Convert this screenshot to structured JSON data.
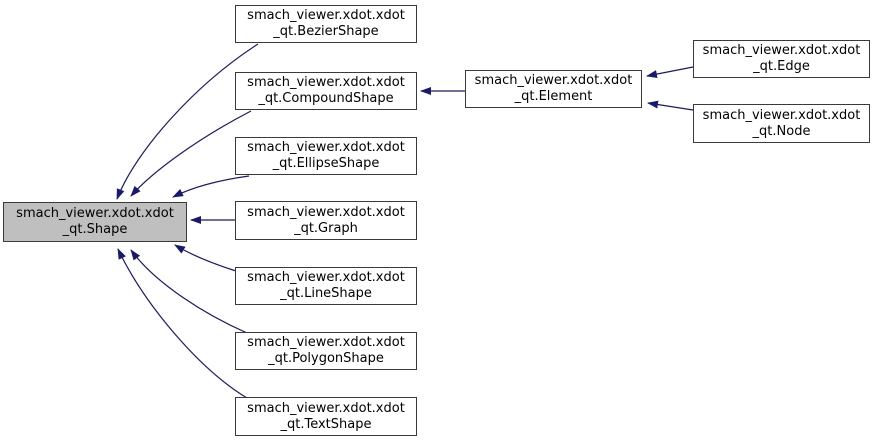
{
  "diagram": {
    "kind": "class-inheritance-graph",
    "colors": {
      "arrow": "#191970",
      "node_border": "#3a3a3a",
      "node_fill": "#ffffff",
      "node_highlight_fill": "#bfbfbf",
      "text": "#000000",
      "background": "#ffffff"
    },
    "nodes": [
      {
        "id": "shape",
        "line1": "smach_viewer.xdot.xdot",
        "line2": "_qt.Shape",
        "highlighted": true
      },
      {
        "id": "beziershape",
        "line1": "smach_viewer.xdot.xdot",
        "line2": "_qt.BezierShape",
        "highlighted": false
      },
      {
        "id": "compoundshape",
        "line1": "smach_viewer.xdot.xdot",
        "line2": "_qt.CompoundShape",
        "highlighted": false
      },
      {
        "id": "ellipseshape",
        "line1": "smach_viewer.xdot.xdot",
        "line2": "_qt.EllipseShape",
        "highlighted": false
      },
      {
        "id": "graph",
        "line1": "smach_viewer.xdot.xdot",
        "line2": "_qt.Graph",
        "highlighted": false
      },
      {
        "id": "lineshape",
        "line1": "smach_viewer.xdot.xdot",
        "line2": "_qt.LineShape",
        "highlighted": false
      },
      {
        "id": "polygonshape",
        "line1": "smach_viewer.xdot.xdot",
        "line2": "_qt.PolygonShape",
        "highlighted": false
      },
      {
        "id": "textshape",
        "line1": "smach_viewer.xdot.xdot",
        "line2": "_qt.TextShape",
        "highlighted": false
      },
      {
        "id": "element",
        "line1": "smach_viewer.xdot.xdot",
        "line2": "_qt.Element",
        "highlighted": false
      },
      {
        "id": "edge",
        "line1": "smach_viewer.xdot.xdot",
        "line2": "_qt.Edge",
        "highlighted": false
      },
      {
        "id": "node",
        "line1": "smach_viewer.xdot.xdot",
        "line2": "_qt.Node",
        "highlighted": false
      }
    ],
    "edges": [
      {
        "from": "smach_viewer.xdot.xdot_qt.BezierShape",
        "to": "smach_viewer.xdot.xdot_qt.Shape"
      },
      {
        "from": "smach_viewer.xdot.xdot_qt.CompoundShape",
        "to": "smach_viewer.xdot.xdot_qt.Shape"
      },
      {
        "from": "smach_viewer.xdot.xdot_qt.EllipseShape",
        "to": "smach_viewer.xdot.xdot_qt.Shape"
      },
      {
        "from": "smach_viewer.xdot.xdot_qt.Graph",
        "to": "smach_viewer.xdot.xdot_qt.Shape"
      },
      {
        "from": "smach_viewer.xdot.xdot_qt.LineShape",
        "to": "smach_viewer.xdot.xdot_qt.Shape"
      },
      {
        "from": "smach_viewer.xdot.xdot_qt.PolygonShape",
        "to": "smach_viewer.xdot.xdot_qt.Shape"
      },
      {
        "from": "smach_viewer.xdot.xdot_qt.TextShape",
        "to": "smach_viewer.xdot.xdot_qt.Shape"
      },
      {
        "from": "smach_viewer.xdot.xdot_qt.Element",
        "to": "smach_viewer.xdot.xdot_qt.CompoundShape"
      },
      {
        "from": "smach_viewer.xdot.xdot_qt.Edge",
        "to": "smach_viewer.xdot.xdot_qt.Element"
      },
      {
        "from": "smach_viewer.xdot.xdot_qt.Node",
        "to": "smach_viewer.xdot.xdot_qt.Element"
      }
    ]
  }
}
